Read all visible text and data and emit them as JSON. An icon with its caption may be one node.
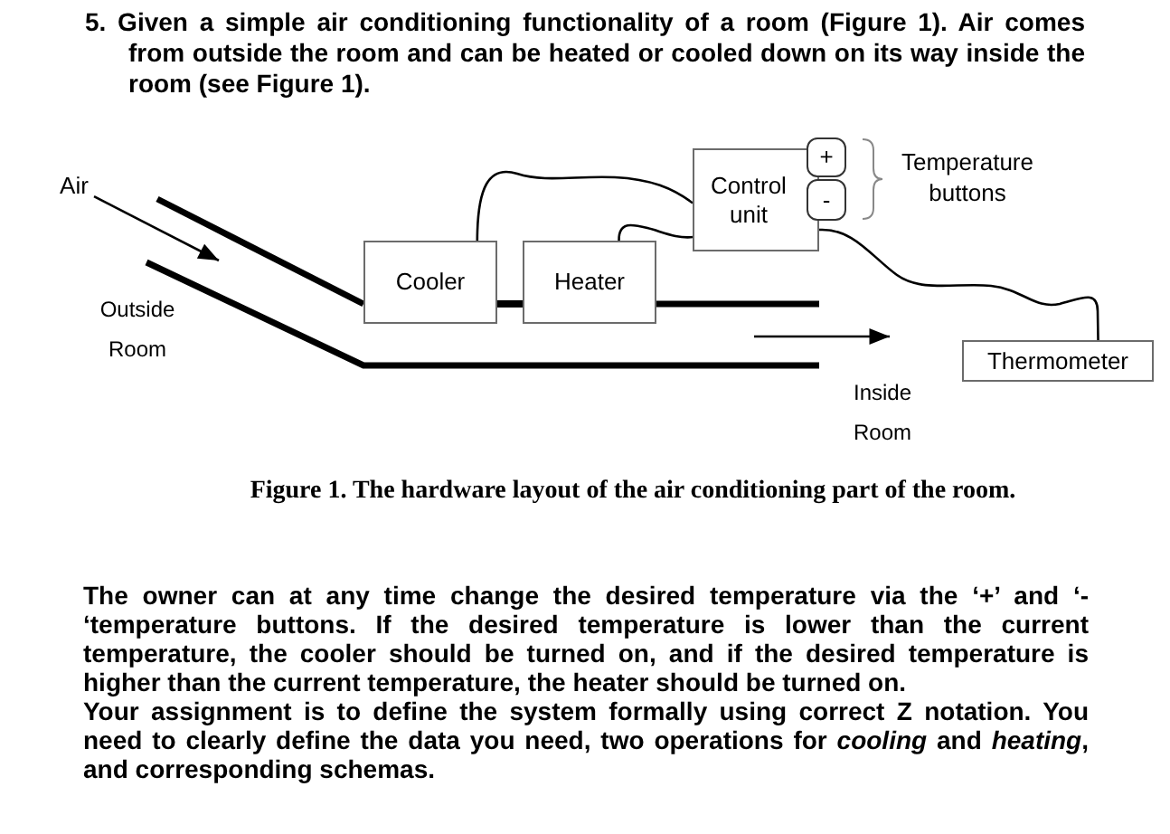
{
  "diagram": {
    "caption": "Figure 1. The hardware layout of the air conditioning part of the room.",
    "nodes": [
      {
        "text": [
          "Air"
        ]
      },
      {
        "text": [
          "Control unit"
        ]
      },
      {
        "text": [
          "+"
        ]
      },
      {
        "text": [
          "-"
        ]
      },
      {
        "text": [
          "Cooler"
        ]
      },
      {
        "text": [
          "Heater"
        ]
      },
      {
        "text": [
          "Thermometer"
        ]
      }
    ],
    "edges": [
      {
        "from": 0,
        "to": null,
        "arrow": "to"
      },
      {
        "from": 1,
        "to": 4,
        "arrow": "none"
      },
      {
        "from": 1,
        "to": 5,
        "arrow": "none"
      },
      {
        "from": 1,
        "to": 6,
        "arrow": "none"
      },
      {
        "from": 4,
        "to": 5,
        "arrow": "none",
        "style": "thick"
      }
    ],
    "labels": [
      "5. Given a simple air conditioning functionality of a room (Figure 1). Air comes from outside the room and can be heated or cooled down on its way inside the room (see Figure 1).",
      "Outside Room",
      "Temperature buttons",
      "Inside Room",
      "The owner can at any time change the desired temperature via the ‘+’ and ‘- ‘temperature buttons. If the desired temperature is lower than the current temperature, the cooler should be turned on, and if the desired temperature is higher than the current temperature, the heater should be turned on.",
      "Your assignment is to define the system formally using correct Z notation. You need to clearly define the data you need, two operations for *cooling* and *heating*, and corresponding schemas."
    ]
  }
}
